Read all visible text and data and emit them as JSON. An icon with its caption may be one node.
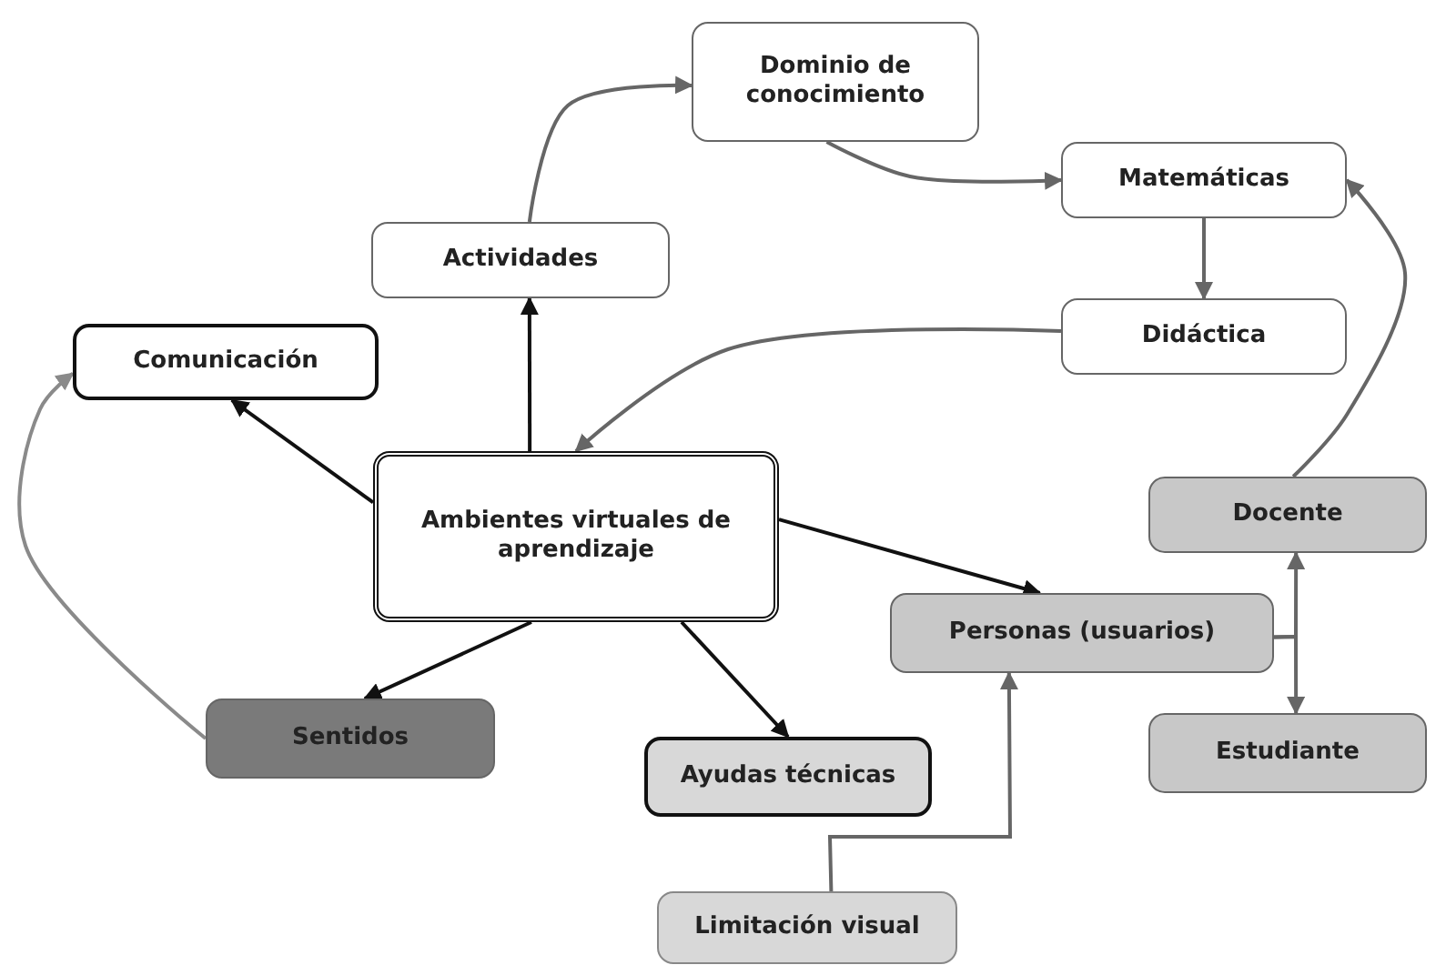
{
  "diagram": {
    "nodes": [
      {
        "text": [
          "Ambientes virtuales de aprendizaje"
        ]
      },
      {
        "text": [
          "Comunicación"
        ]
      },
      {
        "text": [
          "Actividades"
        ]
      },
      {
        "text": [
          "Dominio de conocimiento"
        ]
      },
      {
        "text": [
          "Matemáticas"
        ]
      },
      {
        "text": [
          "Didáctica"
        ]
      },
      {
        "text": [
          "Docente"
        ]
      },
      {
        "text": [
          "Personas (usuarios)"
        ]
      },
      {
        "text": [
          "Estudiante"
        ]
      },
      {
        "text": [
          "Sentidos"
        ]
      },
      {
        "text": [
          "Ayudas técnicas"
        ]
      },
      {
        "text": [
          "Limitación visual"
        ]
      }
    ],
    "edges": [
      {
        "from": 0,
        "to": 1,
        "arrow": "to",
        "color": "#111111"
      },
      {
        "from": 0,
        "to": 2,
        "arrow": "to",
        "color": "#111111"
      },
      {
        "from": 2,
        "to": 3,
        "arrow": "to"
      },
      {
        "from": 3,
        "to": 4,
        "arrow": "to"
      },
      {
        "from": 4,
        "to": 5,
        "arrow": "to"
      },
      {
        "from": 5,
        "to": 0,
        "arrow": "to"
      },
      {
        "from": 0,
        "to": 7,
        "arrow": "to",
        "color": "#111111"
      },
      {
        "from": 0,
        "to": 9,
        "arrow": "to",
        "color": "#111111"
      },
      {
        "from": 0,
        "to": 10,
        "arrow": "to",
        "color": "#111111"
      },
      {
        "from": 11,
        "to": 7,
        "arrow": "to"
      },
      {
        "from": 7,
        "to": 6,
        "arrow": "to"
      },
      {
        "from": 7,
        "to": 8,
        "arrow": "to"
      },
      {
        "from": 9,
        "to": 1,
        "arrow": "to",
        "color": "#8a8a8a"
      },
      {
        "from": 6,
        "to": 4,
        "arrow": "to"
      }
    ]
  }
}
